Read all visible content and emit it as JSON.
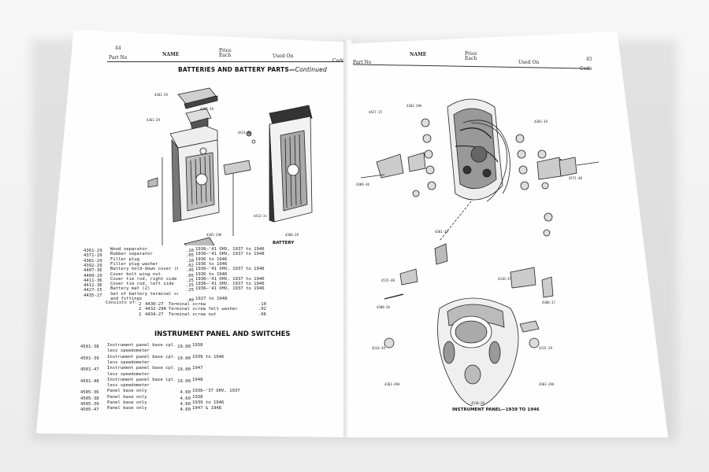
{
  "left_page": {
    "page_number": "44",
    "header": {
      "part_no": "Part No",
      "name": "NAME",
      "price_each": "Price Each",
      "used_on": "Used On",
      "code": "Code"
    },
    "section_title": "BATTERIES AND BATTERY PARTS",
    "section_suffix": "Continued",
    "figure_caption": "BATTERY",
    "battery_rows": [
      {
        "part": "4361-29",
        "name": "Wood separator",
        "price": ".10",
        "used_on": "1936—'41 OHV, 1937 to 1946"
      },
      {
        "part": "4371-29",
        "name": "Rubber separator",
        "price": ".05",
        "used_on": "1936—'41 OHV, 1937 to 1948"
      },
      {
        "part": "4381-29",
        "name": "Filler plug",
        "price": ".10",
        "used_on": "1936 to 1946"
      },
      {
        "part": "4392-29",
        "name": "Filler plug washer",
        "price": ".02",
        "used_on": "1936 to 1946"
      },
      {
        "part": "4407-36",
        "name": "Battery hold-down cover (black)",
        "price": ".45",
        "used_on": "1936—'41 OHV, 1937 to 1946"
      },
      {
        "part": "4409-29",
        "name": "Cover bolt wing nut",
        "price": ".05",
        "used_on": "1936 to 1946"
      },
      {
        "part": "4411-36",
        "name": "Cover tie rod, right side",
        "price": ".25",
        "used_on": "1936—'41 OHV, 1937 to 1946"
      },
      {
        "part": "4412-36",
        "name": "Cover tie rod, left side",
        "price": ".25",
        "used_on": "1936—'41 OHV, 1937 to 1946"
      },
      {
        "part": "4427-15",
        "name": "Battery mat (2)",
        "price": ".25",
        "used_on": "1936—'41 OHV, 1937 to 1946"
      },
      {
        "part": "4435-27",
        "name": "Set of battery terminal screws",
        "price": "",
        "used_on": ""
      },
      {
        "part": "",
        "name": "and fittings",
        "price": ".40",
        "used_on": "1927 to 1948"
      }
    ],
    "consists_label": "Consists of:",
    "consists_rows": [
      {
        "qty": "2",
        "part": "4430-27",
        "name": "Terminal screw",
        "price": ".10"
      },
      {
        "qty": "2",
        "part": "4432-29A",
        "name": "Terminal screw felt washer",
        "price": ".02"
      },
      {
        "qty": "2",
        "part": "4434-27",
        "name": "Terminal screw nut",
        "price": ".06"
      }
    ],
    "instrument_title": "INSTRUMENT PANEL AND SWITCHES",
    "instrument_rows": [
      {
        "part": "4501-38",
        "name": "Instrument panel base cpl.",
        "price": "19.00",
        "used_on": "1938"
      },
      {
        "part": "",
        "name": "less speedometer",
        "price": "",
        "used_on": ""
      },
      {
        "part": "4501-39",
        "name": "Instrument panel base cpl.",
        "price": "19.00",
        "used_on": "1939 to 1946"
      },
      {
        "part": "",
        "name": "less speedometer",
        "price": "",
        "used_on": ""
      },
      {
        "part": "4501-47",
        "name": "Instrument panel base cpl.",
        "price": "19.00",
        "used_on": "1947"
      },
      {
        "part": "",
        "name": "less speedometer",
        "price": "",
        "used_on": ""
      },
      {
        "part": "4501-48",
        "name": "Instrument panel base cpl.",
        "price": "19.00",
        "used_on": "1948"
      },
      {
        "part": "",
        "name": "less speedometer",
        "price": "",
        "used_on": ""
      },
      {
        "part": "4505-36",
        "name": "Panel base only",
        "price": "4.60",
        "used_on": "1936—'37 OHV, 1937"
      },
      {
        "part": "4505-38",
        "name": "Panel base only",
        "price": "4.60",
        "used_on": "1938"
      },
      {
        "part": "4505-39",
        "name": "Panel base only",
        "price": "4.60",
        "used_on": "1939 to 1946"
      },
      {
        "part": "4505-47",
        "name": "Panel base only",
        "price": "4.60",
        "used_on": "1947 & 1948"
      }
    ]
  },
  "right_page": {
    "page_number": "45",
    "header": {
      "part_no": "Part No",
      "name": "NAME",
      "price_each": "Price Each",
      "used_on": "Used On",
      "code": "Code"
    },
    "figure_caption": "INSTRUMENT PANEL—1939 TO 1946"
  }
}
